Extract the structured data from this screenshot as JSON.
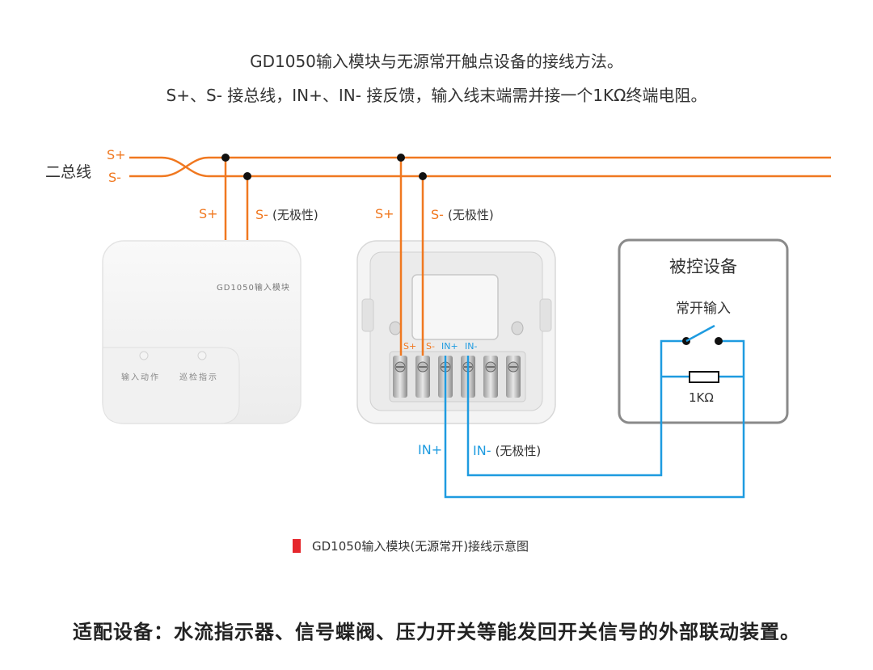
{
  "heading": {
    "line1": "GD1050输入模块与无源常开触点设备的接线方法。",
    "line2": "S+、S- 接总线，IN+、IN- 接反馈，输入线末端需并接一个1KΩ终端电阻。"
  },
  "bus": {
    "name": "二总线",
    "s_plus": "S+",
    "s_minus": "S-"
  },
  "wiring": {
    "s_plus": "S+",
    "s_minus": "S-",
    "non_polar": "(无极性)",
    "in_plus": "IN+",
    "in_minus": "IN-"
  },
  "module": {
    "name": "GD1050输入模块",
    "led_action": "输入动作",
    "led_patrol": "巡检指示"
  },
  "terminals": [
    "S+",
    "S-",
    "IN+",
    "IN-"
  ],
  "device": {
    "title": "被控设备",
    "input": "常开输入",
    "resistor": "1KΩ"
  },
  "caption": "GD1050输入模块(无源常开)接线示意图",
  "applicable": "适配设备：水流指示器、信号蝶阀、压力开关等能发回开关信号的外部联动装置。",
  "colors": {
    "bus_wire": "#f07820",
    "feedback_wire": "#1e9be0",
    "caption_marker": "#e5262c",
    "device_border": "#8a8a8a"
  }
}
